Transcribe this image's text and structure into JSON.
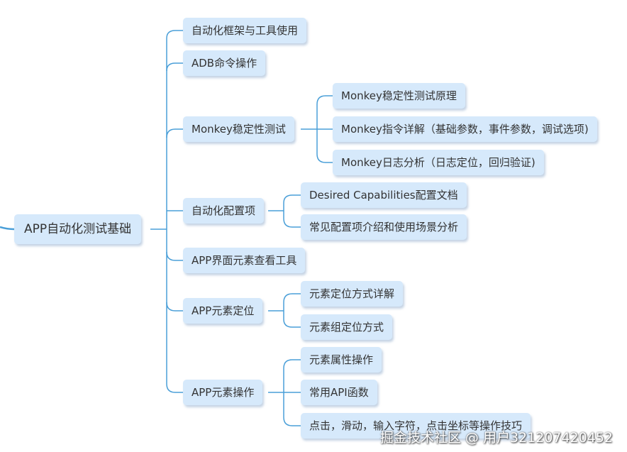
{
  "root": {
    "label": "APP自动化测试基础"
  },
  "branches": [
    {
      "label": "自动化框架与工具使用",
      "children": []
    },
    {
      "label": "ADB命令操作",
      "children": []
    },
    {
      "label": "Monkey稳定性测试",
      "children": [
        {
          "label": "Monkey稳定性测试原理"
        },
        {
          "label": "Monkey指令详解（基础参数，事件参数，调试选项)"
        },
        {
          "label": "Monkey日志分析（日志定位，回归验证)"
        }
      ]
    },
    {
      "label": "自动化配置项",
      "children": [
        {
          "label": "Desired Capabilities配置文档"
        },
        {
          "label": "常见配置项介绍和使用场景分析"
        }
      ]
    },
    {
      "label": "APP界面元素查看工具",
      "children": []
    },
    {
      "label": "APP元素定位",
      "children": [
        {
          "label": "元素定位方式详解"
        },
        {
          "label": "元素组定位方式"
        }
      ]
    },
    {
      "label": "APP元素操作",
      "children": [
        {
          "label": "元素属性操作"
        },
        {
          "label": "常用API函数"
        },
        {
          "label": "点击，滑动，输入字符，点击坐标等操作技巧"
        }
      ]
    }
  ],
  "watermark": "掘金技术社区 @ 用户3212074204​52",
  "colors": {
    "node_fill": "#d6e9fb",
    "line": "#4a9fd8",
    "text": "#333333"
  }
}
